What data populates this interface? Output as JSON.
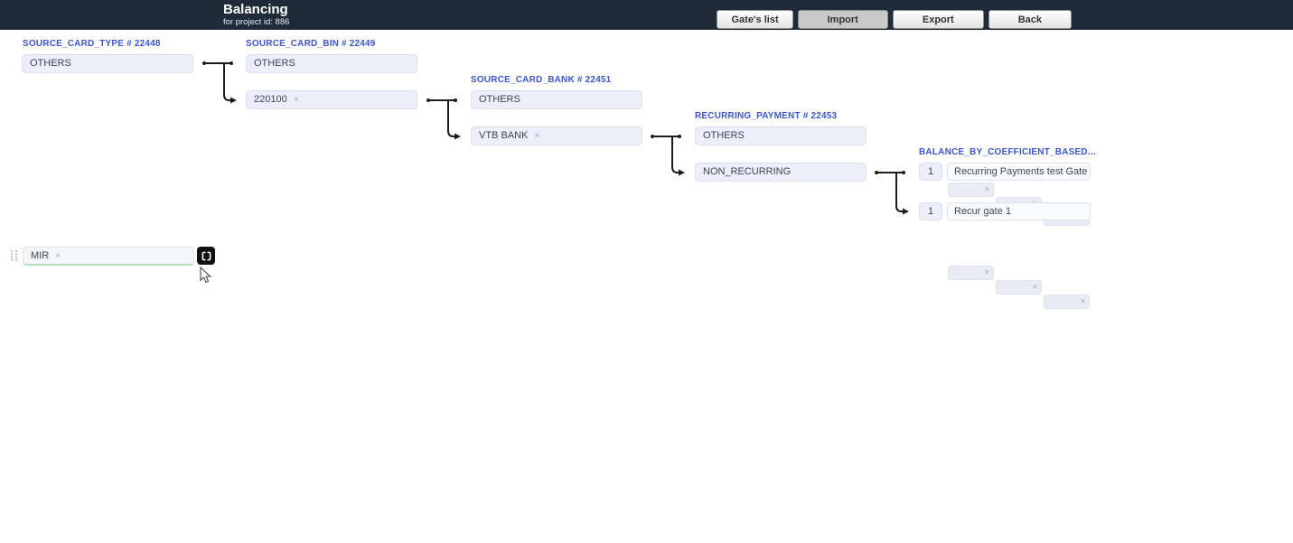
{
  "header": {
    "title": "Balancing",
    "subtitle": "for project id: 886",
    "buttons": [
      {
        "label": "Gate's list"
      },
      {
        "label": "Import"
      },
      {
        "label": "Export"
      },
      {
        "label": "Back"
      }
    ]
  },
  "columns": [
    {
      "label": "SOURCE_CARD_TYPE # 22448",
      "boxes": [
        {
          "text": "OTHERS"
        }
      ]
    },
    {
      "label": "SOURCE_CARD_BIN # 22449",
      "boxes": [
        {
          "text": "OTHERS"
        },
        {
          "text": "220100",
          "remove": "×"
        }
      ]
    },
    {
      "label": "SOURCE_CARD_BANK # 22451",
      "boxes": [
        {
          "text": "OTHERS"
        },
        {
          "text": "VTB BANK",
          "remove": "×"
        }
      ]
    },
    {
      "label": "RECURRING_PAYMENT # 22453",
      "boxes": [
        {
          "text": "OTHERS"
        },
        {
          "text": "NON_RECURRING"
        }
      ]
    }
  ],
  "gates": {
    "label": "BALANCE_BY_COEFFICIENT_BASED...",
    "rows": [
      {
        "coefficient": "1",
        "name": "Recurring Payments test Gate",
        "cells": [
          "×",
          "×",
          "×"
        ]
      },
      {
        "coefficient": "1",
        "name": "Recur gate 1",
        "cells": [
          "×",
          "×",
          "×"
        ]
      }
    ]
  },
  "chip": {
    "text": "MIR",
    "remove": "×"
  },
  "icons": {
    "drag_handle": "dot-grid",
    "expand": "corner-brackets",
    "cursor": "arrow-pointer"
  },
  "colors": {
    "header_bg": "#1f2b39",
    "label_blue": "#3c57d1",
    "node_bg": "#eceffa",
    "chip_underline_green": "#b9e2c4",
    "connector": "#1b1b1b",
    "import_button_active": "#c9c9c9"
  }
}
